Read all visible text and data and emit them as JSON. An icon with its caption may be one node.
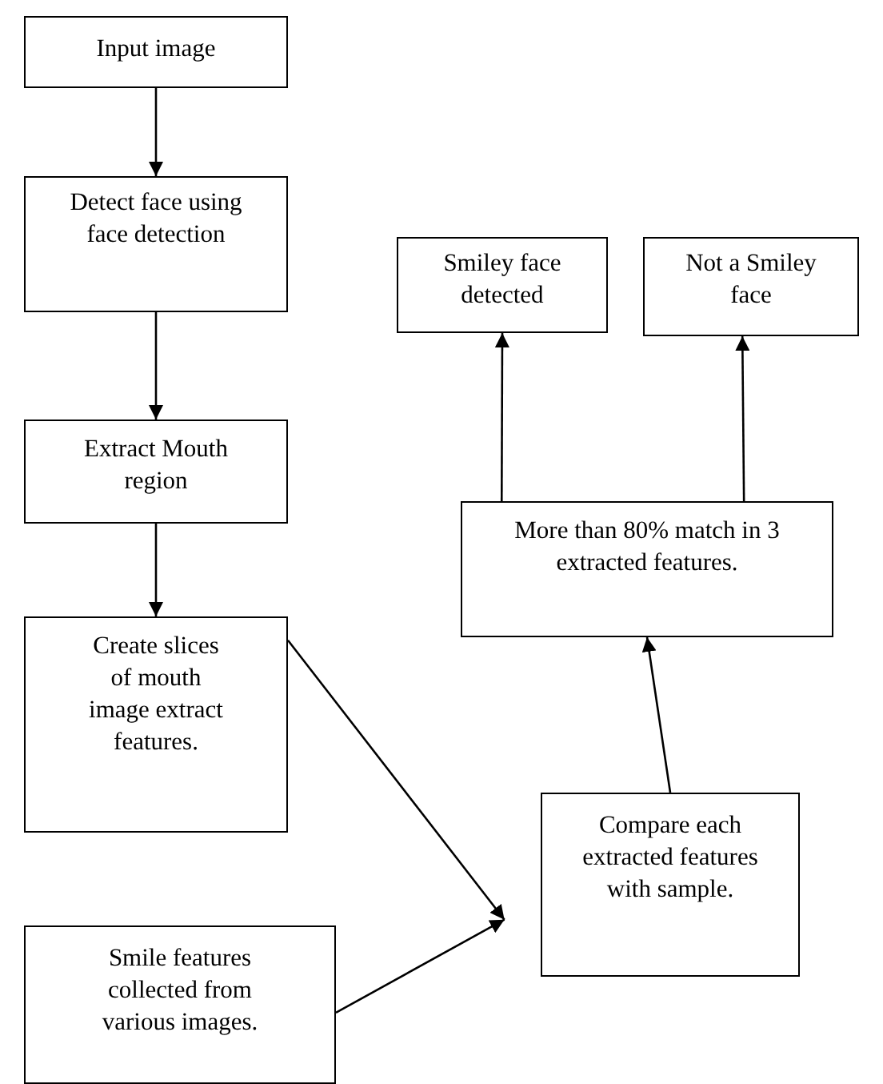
{
  "diagram": {
    "nodes": [
      {
        "text": [
          "Input image"
        ]
      },
      {
        "text": [
          "Detect face using face detection"
        ]
      },
      {
        "text": [
          "Extract Mouth region"
        ]
      },
      {
        "text": [
          "Create slices of mouth image extract features."
        ]
      },
      {
        "text": [
          "Smile features collected from various images."
        ]
      },
      {
        "text": [
          "Compare each extracted features with sample."
        ]
      },
      {
        "text": [
          "More than 80% match in 3 extracted features."
        ]
      },
      {
        "text": [
          "Smiley face detected"
        ]
      },
      {
        "text": [
          "Not a Smiley face"
        ]
      }
    ],
    "edges": [
      {
        "from": 0,
        "to": 1,
        "arrow": "to"
      },
      {
        "from": 1,
        "to": 2,
        "arrow": "to"
      },
      {
        "from": 2,
        "to": 3,
        "arrow": "to"
      },
      {
        "from": 3,
        "to": 5,
        "arrow": "to"
      },
      {
        "from": 4,
        "to": 5,
        "arrow": "to"
      },
      {
        "from": 5,
        "to": 6,
        "arrow": "to"
      },
      {
        "from": 6,
        "to": 7,
        "arrow": "to"
      },
      {
        "from": 6,
        "to": 8,
        "arrow": "to"
      }
    ]
  }
}
